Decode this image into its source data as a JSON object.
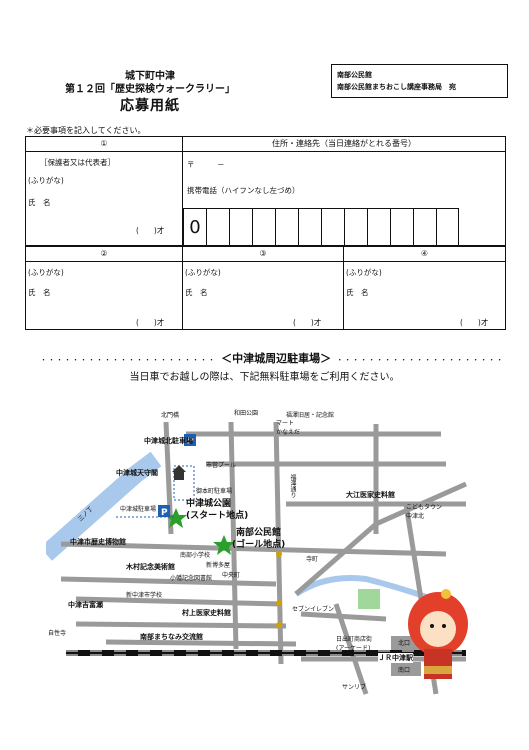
{
  "header": {
    "line1": "城下町中津",
    "line2": "第１２回「歴史探検ウォークラリー」",
    "title": "応募用紙"
  },
  "send_to": {
    "line1": "南部公民館",
    "line2": "南部公民館まちおこし講座事務局　宛"
  },
  "note": "＊必要事項を記入してください。",
  "form": {
    "member1": {
      "number": "①",
      "guardian": "［保護者又は代表者］",
      "furigana": "(ふりがな)",
      "name_label": "氏　名",
      "age": "(　　)才"
    },
    "contact": {
      "header": "住所・連絡先（当日連絡がとれる番号）",
      "postal": "〒　　　－",
      "phone_label": "携帯電話（ハイフンなし左づめ）",
      "digits": [
        "0",
        "",
        "",
        "",
        "",
        "",
        "",
        "",
        "",
        "",
        "",
        ""
      ]
    },
    "members": [
      {
        "number": "②",
        "furigana": "(ふりがな)",
        "name_label": "氏　名",
        "age": "(　　)才"
      },
      {
        "number": "③",
        "furigana": "(ふりがな)",
        "name_label": "氏　名",
        "age": "(　　)才"
      },
      {
        "number": "④",
        "furigana": "(ふりがな)",
        "name_label": "氏　名",
        "age": "(　　)才"
      }
    ]
  },
  "parking": {
    "dots_left": "・・・・・・・・・・・・・・・・・・・・・・",
    "title": "＜中津城周辺駐車場＞",
    "dots_right": "・・・・・・・・・・・・・・・・・・・・・",
    "subtitle": "当日車でお越しの際は、下記無料駐車場をご利用ください。"
  },
  "map": {
    "labels": {
      "kitamon": "北門橋",
      "wada": "和田公園",
      "fukuzawa": "福澤旧居・記念館",
      "kita_parking": "中津城北駐車場",
      "city_pool": "市営プール",
      "mart": "マート\nかなえだ",
      "fukuzawa_dori": "福澤通り",
      "tenshu": "中津城天守閣",
      "mihonmachi": "御本町駐車場",
      "sanbashi": "三ノ丁",
      "jo_parking": "中津城駐車場",
      "castle_park": "中津城公園",
      "start": "(スタート地点)",
      "ooe": "大江医家史料館",
      "history_museum": "中津市歴史博物館",
      "nanbu_kominkan": "南部公民館",
      "goal": "(ゴール地点)",
      "nanbu_school": "南部小学校",
      "shinhakataya": "新博多屋",
      "kimura": "木村記念美術館",
      "shinnakatsu_park": "新中津市学校",
      "mura": "小幡記念図書館",
      "nakatsu_yoshikane": "中津吉富瀬",
      "murakami": "村上医家史料館",
      "jishoji": "自性寺",
      "nanbu_minami": "南部まちなみ交流館",
      "seven": "セブンイレブン",
      "hiroshima": "日出町商店街\n(アーケード)",
      "kitaguchi": "北口",
      "jr_station": "ＪＲ中津駅",
      "minamiguchi": "南口",
      "sanrise": "サンリブ",
      "shimachi": "中央町",
      "kodomo": "こどもタウン\n中津北",
      "teramachi": "寺町"
    }
  }
}
